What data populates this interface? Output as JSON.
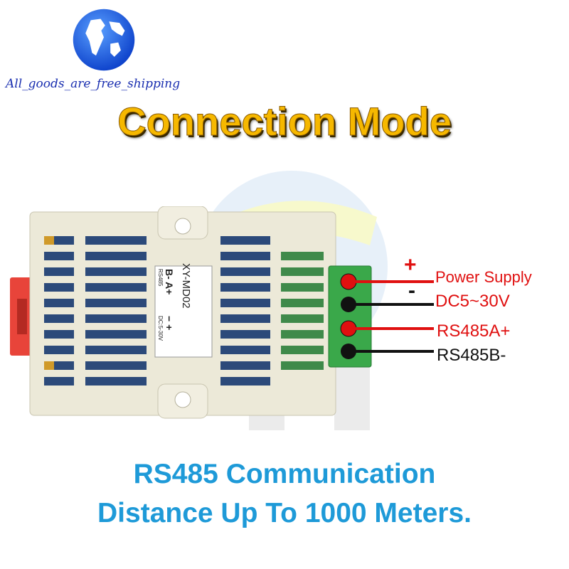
{
  "store": {
    "name": "All_goods_are_free_shipping"
  },
  "headline": "Connection Mode",
  "device": {
    "model": "XY-MD02",
    "terminal_top": "B-  A+",
    "terminal_top_sub": "RS485",
    "terminal_bottom": "−  +",
    "terminal_bottom_sub": "DC:5-30V"
  },
  "wiring": {
    "plus_sign": "+",
    "minus_sign": "-",
    "power_label": "Power Supply",
    "voltage_label": "DC5~30V",
    "a_label": "RS485A+",
    "b_label": "RS485B-"
  },
  "footer": {
    "line1": "RS485 Communication",
    "line2": "Distance Up To 1000 Meters."
  },
  "colors": {
    "headline": "#f6b800",
    "footer": "#1e9ad8",
    "red_wire": "#e01010",
    "terminal": "#3aa84a"
  }
}
